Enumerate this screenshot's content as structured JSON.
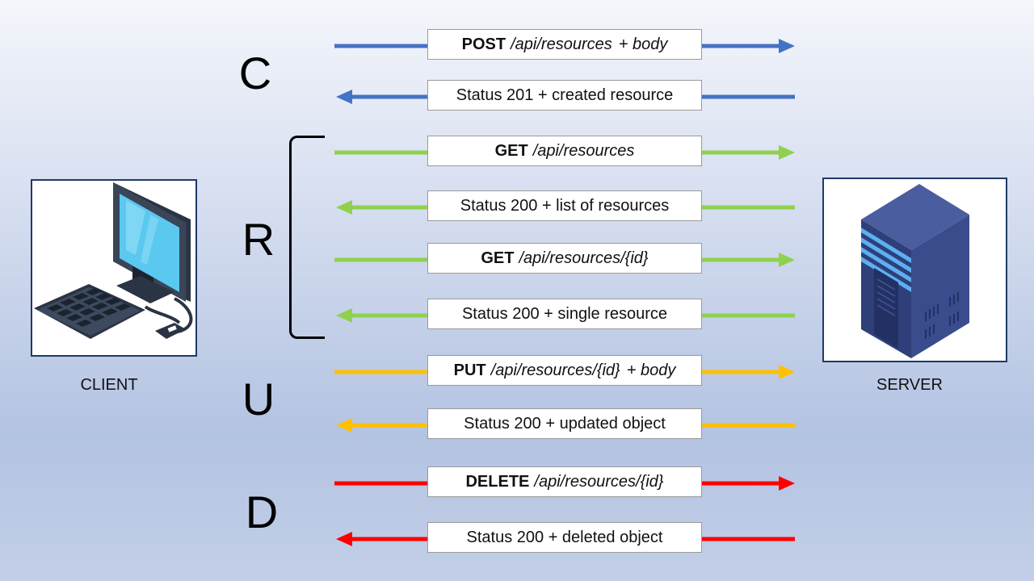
{
  "client": {
    "label": "CLIENT"
  },
  "server": {
    "label": "SERVER"
  },
  "colors": {
    "create": "#4472c4",
    "read": "#8fd14f",
    "update": "#ffc000",
    "delete": "#ff0000"
  },
  "groups": [
    {
      "letter": "C",
      "messages": [
        {
          "direction": "request",
          "method": "POST",
          "path": "/api/resources",
          "extra": "+ body"
        },
        {
          "direction": "response",
          "text": "Status 201 + created resource"
        }
      ]
    },
    {
      "letter": "R",
      "messages": [
        {
          "direction": "request",
          "method": "GET",
          "path": "/api/resources",
          "extra": ""
        },
        {
          "direction": "response",
          "text": "Status 200 + list of resources"
        },
        {
          "direction": "request",
          "method": "GET",
          "path": "/api/resources/{id}",
          "extra": ""
        },
        {
          "direction": "response",
          "text": "Status 200 + single resource"
        }
      ]
    },
    {
      "letter": "U",
      "messages": [
        {
          "direction": "request",
          "method": "PUT",
          "path": "/api/resources/{id}",
          "extra": "+ body"
        },
        {
          "direction": "response",
          "text": "Status 200 + updated object"
        }
      ]
    },
    {
      "letter": "D",
      "messages": [
        {
          "direction": "request",
          "method": "DELETE",
          "path": "/api/resources/{id}",
          "extra": ""
        },
        {
          "direction": "response",
          "text": "Status 200 + deleted object"
        }
      ]
    }
  ]
}
